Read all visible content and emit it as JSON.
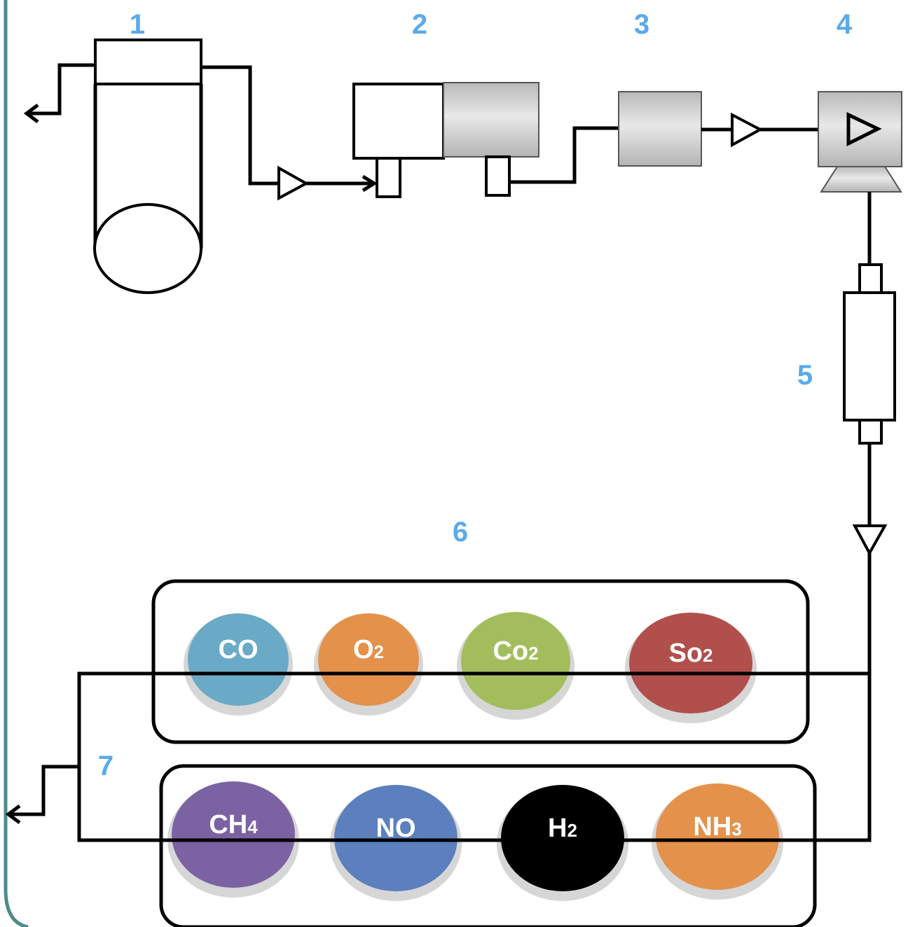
{
  "labels": {
    "n1": "1",
    "n2": "2",
    "n3": "3",
    "n4": "4",
    "n5": "5",
    "n6": "6",
    "n7": "7"
  },
  "sensors": [
    {
      "id": "co",
      "main": "CO",
      "sub": "",
      "color": "#6aaac6"
    },
    {
      "id": "o2",
      "main": "O",
      "sub": "2",
      "color": "#e3914b"
    },
    {
      "id": "co2",
      "main": "Co",
      "sub": "2",
      "color": "#a3bd5d"
    },
    {
      "id": "so2",
      "main": "So",
      "sub": "2",
      "color": "#b04f4c"
    },
    {
      "id": "ch4",
      "main": "CH",
      "sub": "4",
      "color": "#7b62a2"
    },
    {
      "id": "no",
      "main": "NO",
      "sub": "",
      "color": "#5c7fbd"
    },
    {
      "id": "h2",
      "main": "H",
      "sub": "2",
      "color": "#000000"
    },
    {
      "id": "nh3",
      "main": "NH",
      "sub": "3",
      "color": "#e3914b"
    }
  ],
  "colors": {
    "label_blue": "#5ba9e8",
    "frame_teal": "#4f8a8a",
    "device_gray": "#c8c8c8"
  }
}
